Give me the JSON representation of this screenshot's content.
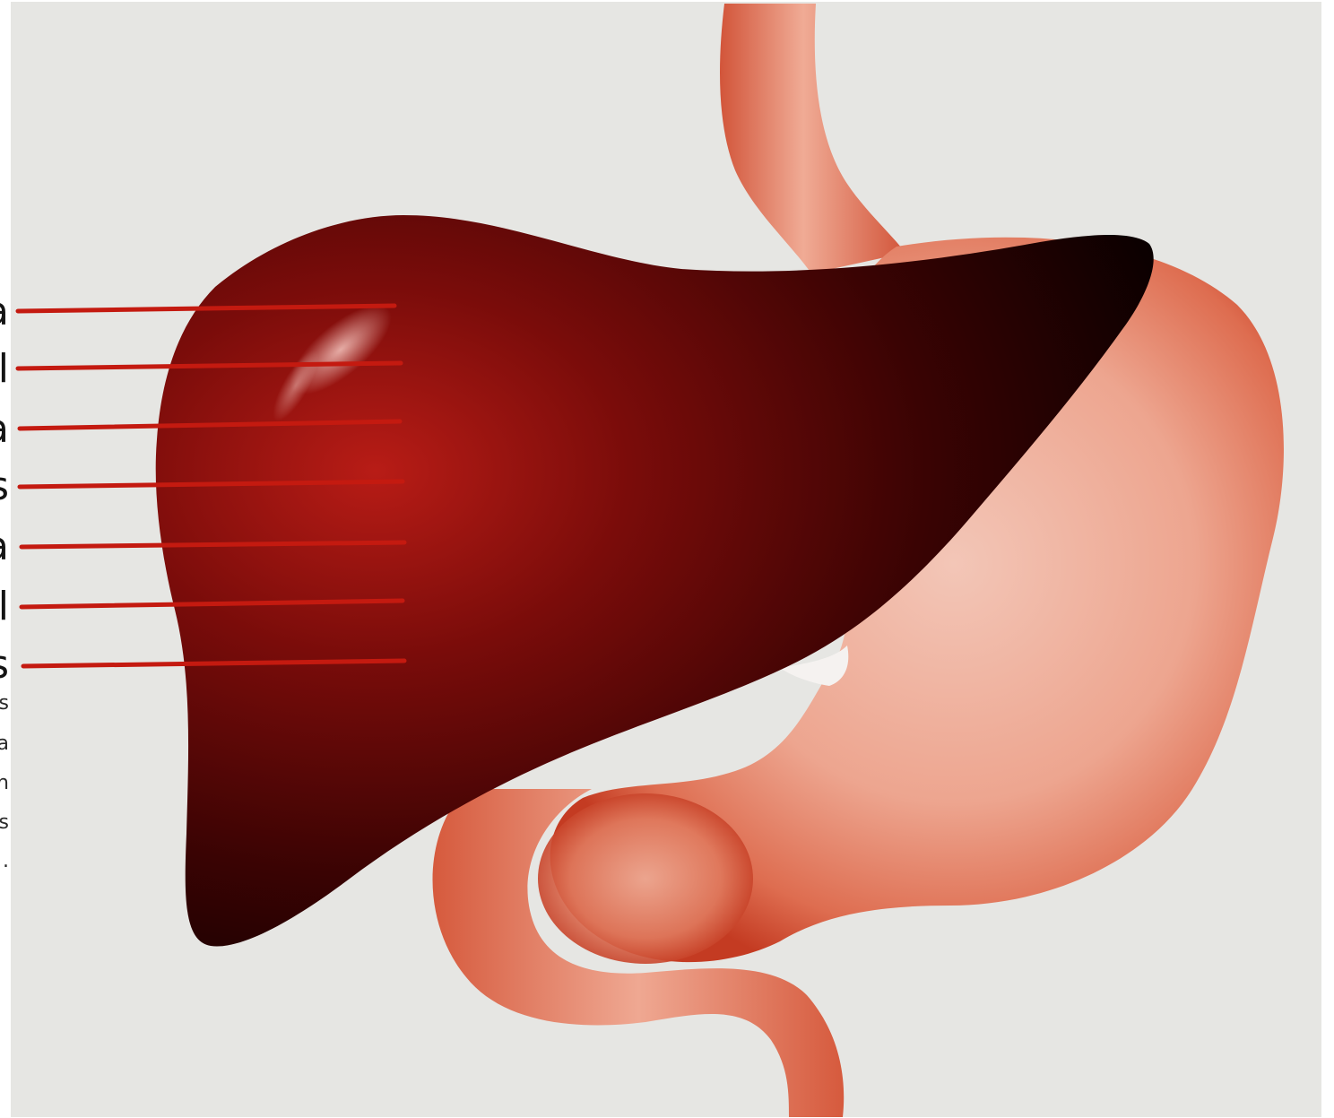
{
  "diagram": {
    "labels": [
      "a",
      "l",
      "a",
      "s",
      "a",
      "l",
      "s"
    ],
    "caption_fragments": [
      "s",
      "a",
      "n",
      "s",
      "."
    ],
    "colors": {
      "background_panel": "#e6e6e3",
      "liver_dark": "#1a0202",
      "liver_mid": "#6b0a0a",
      "liver_light": "#b51a16",
      "stomach_light": "#f0b8a8",
      "stomach_mid": "#e07860",
      "stomach_dark": "#c03a22",
      "pointer_line": "#c41a10"
    }
  }
}
